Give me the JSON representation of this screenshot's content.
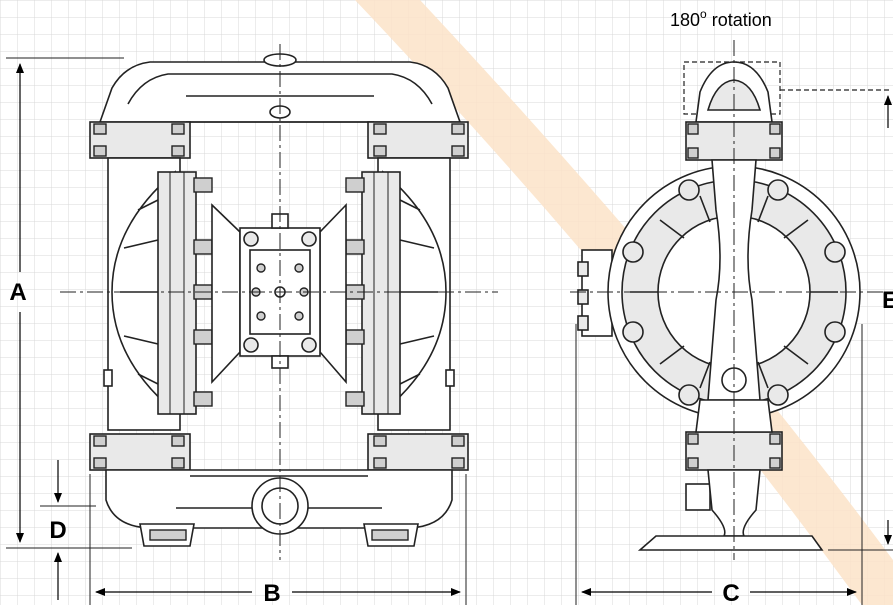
{
  "dimensions": {
    "a": "A",
    "b": "B",
    "c": "C",
    "d": "D",
    "e": "E"
  },
  "rotation_note": {
    "value": "180",
    "degree": "o",
    "text": " rotation"
  },
  "colors": {
    "grid": "#d9d9d9",
    "watermark": "#fbe3c8",
    "line": "#222222"
  }
}
